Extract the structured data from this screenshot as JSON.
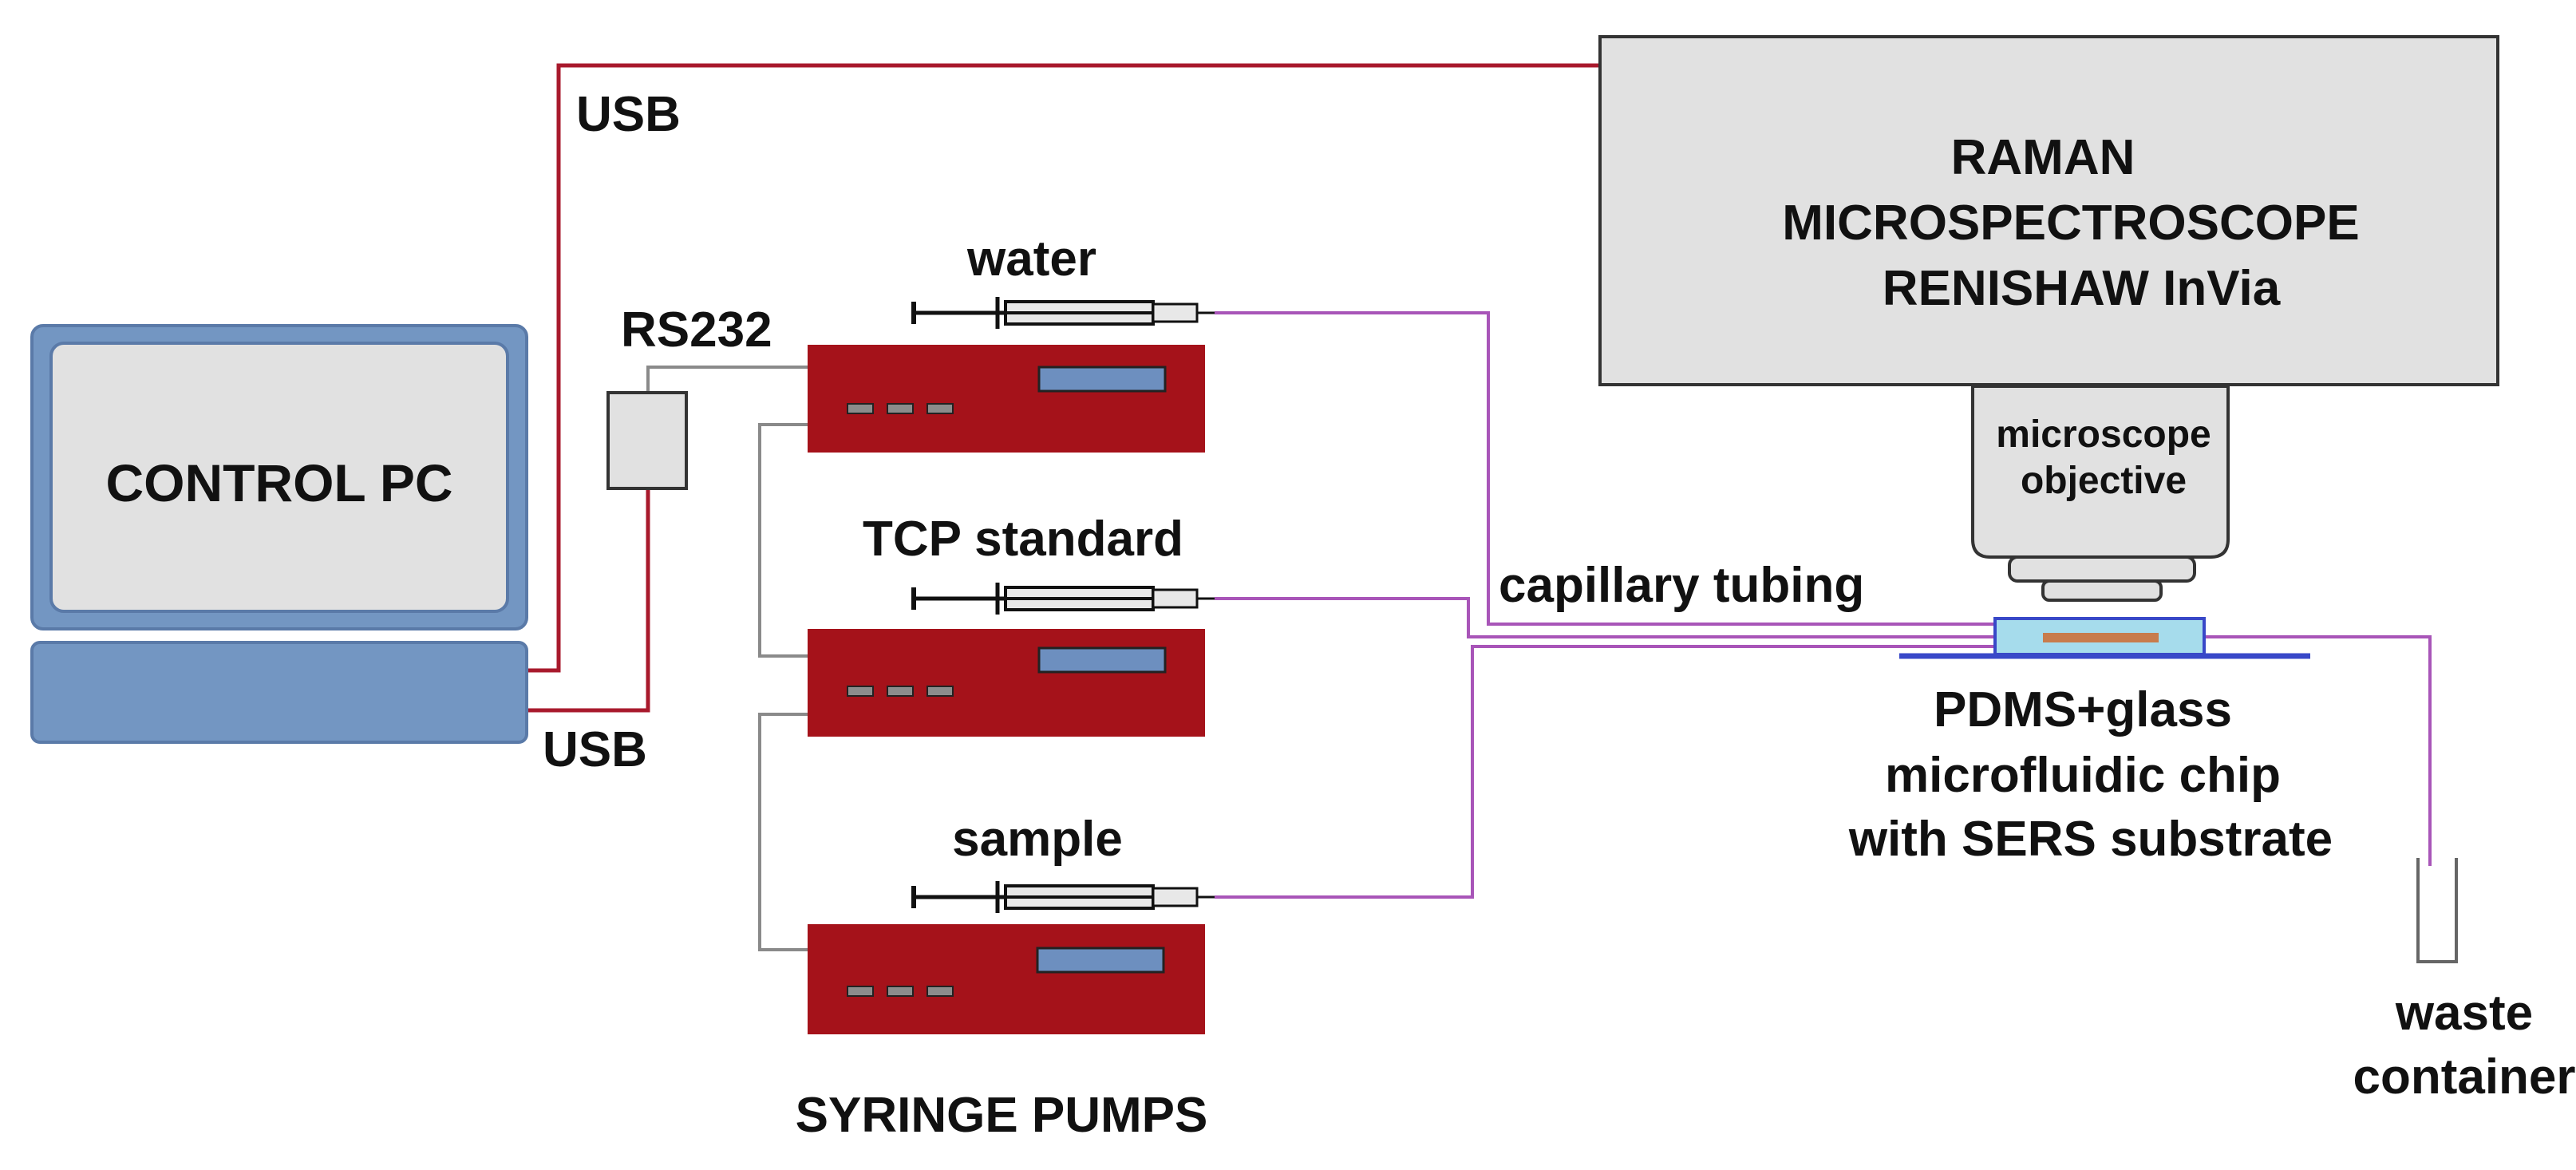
{
  "labels": {
    "usb_top": "USB",
    "usb_bottom": "USB",
    "rs232": "RS232",
    "control_pc": "CONTROL PC",
    "raman_line1": "RAMAN",
    "raman_line2": "MICROSPECTROSCOPE",
    "raman_line3": "RENISHAW InVia",
    "objective_line1": "microscope",
    "objective_line2": "objective",
    "syringe_water": "water",
    "syringe_tcp": "TCP standard",
    "syringe_sample": "sample",
    "capillary": "capillary tubing",
    "chip_line1": "PDMS+glass",
    "chip_line2": "microfluidic chip",
    "chip_line3": "with SERS substrate",
    "waste_line1": "waste",
    "waste_line2": "container",
    "syringe_pumps": "SYRINGE PUMPS"
  },
  "colors": {
    "pc_blue": "#7396c2",
    "pc_screen": "#e1e1e1",
    "pump_red": "#a5121a",
    "pump_display": "#6d8fbf",
    "usb_cable": "#a8192c",
    "serial_cable": "#8a8a8a",
    "tubing": "#a855b8",
    "raman_box": "#e1e1e1",
    "chip_blue": "#3848c8",
    "chip_light": "#a6dcec",
    "chip_substrate": "#c87c4c"
  }
}
